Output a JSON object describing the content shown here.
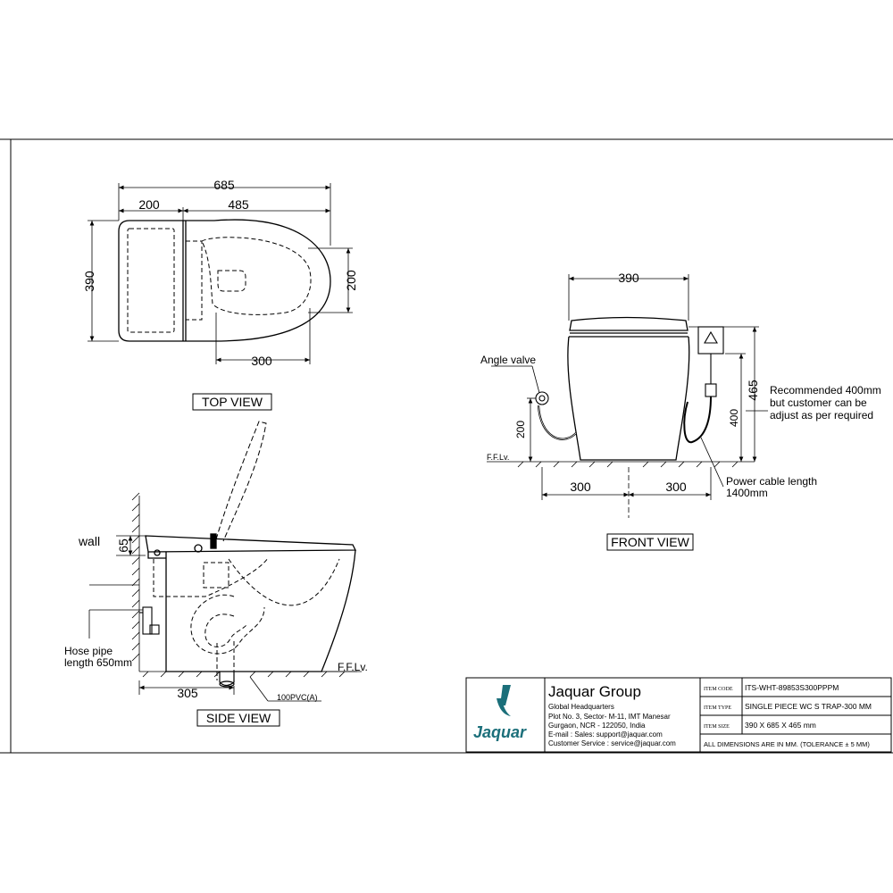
{
  "top_view": {
    "title": "TOP VIEW",
    "dims": {
      "overall_length": "685",
      "tank_length": "200",
      "bowl_length": "485",
      "width": "390",
      "opening": "200",
      "depth": "300"
    }
  },
  "side_view": {
    "title": "SIDE VIEW",
    "labels": {
      "wall": "wall",
      "seat_height": "65",
      "hose": "Hose pipe",
      "hose2": "length 650mm",
      "ffl": "F.F.Lv.",
      "pipe": "100PVC(A)",
      "distance": "305"
    }
  },
  "front_view": {
    "title": "FRONT VIEW",
    "labels": {
      "width": "390",
      "angle_valve": "Angle valve",
      "valve_height": "200",
      "ffl": "F.F.Lv.",
      "left": "300",
      "right": "300",
      "height": "465",
      "socket_height": "400",
      "recommend1": "Recommended 400mm",
      "recommend2": "but customer can be",
      "recommend3": "adjust as per required",
      "cable1": "Power cable length",
      "cable2": "1400mm"
    }
  },
  "title_block": {
    "brand": "Jaquar",
    "company": "Jaquar Group",
    "addr1": "Global Headquarters",
    "addr2": "Plot No. 3, Sector- M-11, IMT Manesar",
    "addr3": "Gurgaon, NCR - 122050, India",
    "addr4": "E-mail : Sales: support@jaquar.com",
    "addr5": "Customer Service : service@jaquar.com",
    "code_label": "ITEM CODE",
    "code": "ITS-WHT-89853S300PPPM",
    "type_label": "ITEM TYPE",
    "type": "SINGLE PIECE WC S TRAP-300 MM",
    "size_label": "ITEM SIZE",
    "size": "390 X 685 X 465 mm",
    "note": "ALL DIMENSIONS ARE IN MM. (TOLERANCE ± 5 MM)"
  },
  "colors": {
    "line": "#000000",
    "brand": "#1b6f7a"
  }
}
